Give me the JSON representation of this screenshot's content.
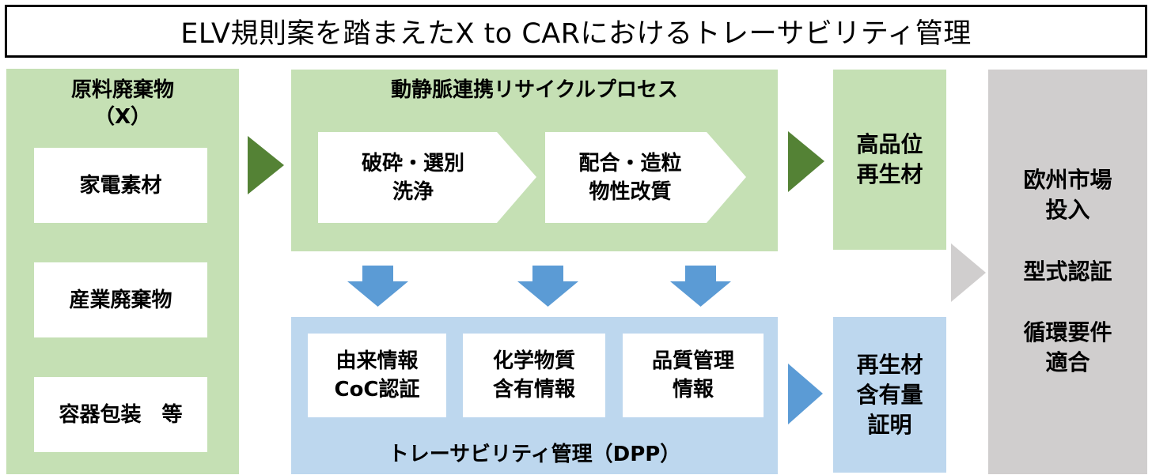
{
  "title": "ELV規則案を踏まえたX to CARにおけるトレーサビリティ管理",
  "source": {
    "header": "原料廃棄物\n（X）",
    "items": [
      "家電素材",
      "産業廃棄物",
      "容器包装　等"
    ]
  },
  "process": {
    "header": "動静脈連携リサイクルプロセス",
    "steps": [
      "破砕・選別\n洗浄",
      "配合・造粒\n物性改質"
    ]
  },
  "output_material": "高品位\n再生材",
  "traceability": {
    "label": "トレーサビリティ管理（DPP）",
    "items": [
      "由来情報\nCoC認証",
      "化学物質\n含有情報",
      "品質管理\n情報"
    ]
  },
  "proof": "再生材\n含有量\n証明",
  "market": {
    "items": [
      "欧州市場\n投入",
      "型式認証",
      "循環要件\n適合"
    ]
  },
  "colors": {
    "green_panel": "#c5e0b4",
    "green_arrow": "#548235",
    "blue_panel": "#bdd7ee",
    "blue_arrow": "#5b9bd5",
    "gray_panel": "#d0cece",
    "gray_arrow": "#d0cece"
  },
  "icons": [
    "arrow-right-icon",
    "arrow-down-icon",
    "chevron-step-shape"
  ]
}
